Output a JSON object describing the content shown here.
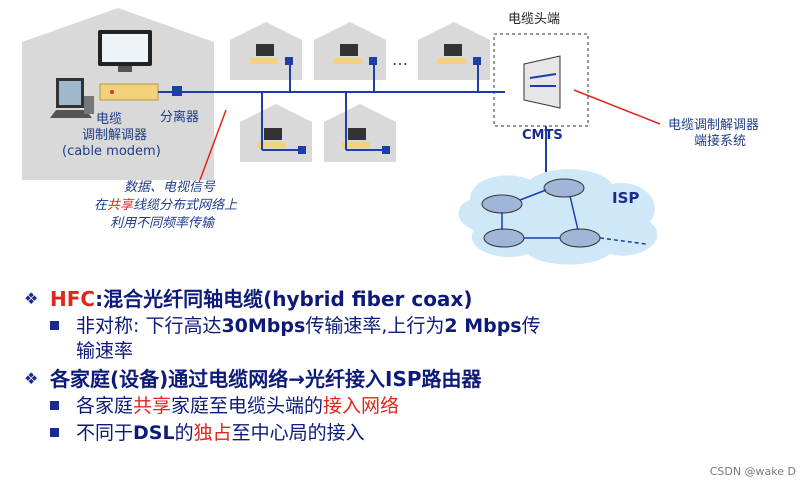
{
  "diagram": {
    "headend_label": "电缆头端",
    "dots": "…",
    "modem_label_1": "电缆",
    "modem_label_2": "调制解调器",
    "modem_label_3": "(cable modem)",
    "splitter_label": "分离器",
    "cmts_label": "CMTS",
    "cmts_desc_1": "电缆调制解调器",
    "cmts_desc_2": "端接系统",
    "isp_label": "ISP",
    "shared_1": "数据、电视信号",
    "shared_2_a": "在",
    "shared_2_red": "共享",
    "shared_2_b": "线缆分布式网络上",
    "shared_3": "利用不同频率传输",
    "colors": {
      "navy": "#1f3c88",
      "red": "#e0261b",
      "cloud": "#cfe8f7",
      "house": "#d9d9d9"
    }
  },
  "bullets": {
    "b1_hfc": "HFC",
    "b1_rest": ":混合光纤同轴电缆(hybrid fiber coax)",
    "b1a_1": "非对称: 下行高达",
    "b1a_2": "30Mbps",
    "b1a_3": "传输速率,上行为",
    "b1a_4": "2 Mbps",
    "b1a_5": "传",
    "b1a_6": "输速率",
    "b2": "各家庭(设备)通过电缆网络→光纤接入ISP路由器",
    "b2a_1": "各家庭",
    "b2a_2": "共享",
    "b2a_3": "家庭至电缆头端的",
    "b2a_4": "接入网络",
    "b2b_1": "不同于",
    "b2b_2": "DSL",
    "b2b_3": "的",
    "b2b_4": "独占",
    "b2b_5": "至中心局的接入"
  },
  "watermark": "CSDN @wake D"
}
